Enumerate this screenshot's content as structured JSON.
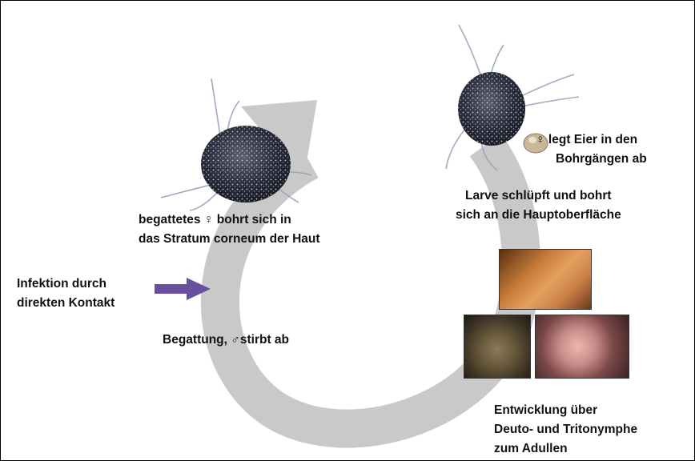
{
  "labels": {
    "female_burrows_line1": "begattetes ♀ bohrt sich in",
    "female_burrows_line2": "das Stratum corneum der Haut",
    "eggs_line1": "♀ legt Eier in den",
    "eggs_line2": "Bohrgängen ab",
    "larva_line1": "Larve schlüpft und bohrt",
    "larva_line2": "sich an die Hauptoberfläche",
    "infection_line1": "Infektion durch",
    "infection_line2": "direkten Kontakt",
    "mating": "Begattung, ♂stirbt ab",
    "development_line1": "Entwicklung über",
    "development_line2": "Deuto- und Tritonymphe",
    "development_line3": "zum Adullen"
  },
  "colors": {
    "cycle_arrow": "#c9c9c9",
    "infection_arrow": "#6a4f9e",
    "mite_body": "#2b2f3e",
    "text": "#111111"
  },
  "icons": {
    "mite_left": "mite-icon",
    "mite_right": "mite-icon",
    "egg": "egg-icon",
    "infection_arrow": "arrow-right-icon"
  },
  "photos": [
    "skin-photo",
    "dog-photo",
    "pig-photo"
  ]
}
